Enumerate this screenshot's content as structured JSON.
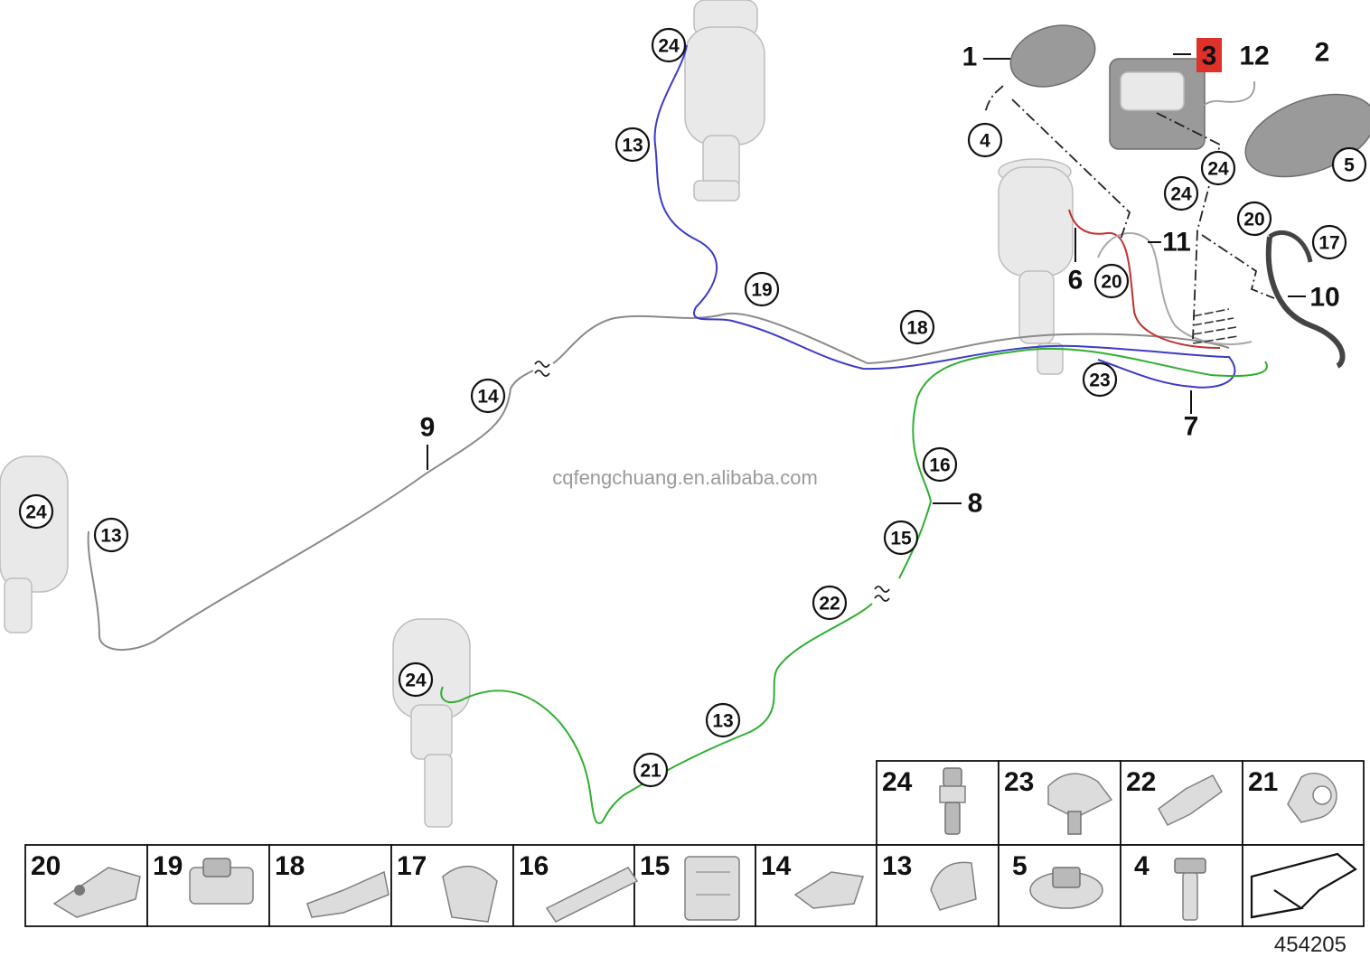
{
  "watermark": "cqfengchuang.en.alibaba.com",
  "diagram_ref": "454205",
  "highlight_color": "#e0302a",
  "line_colors": {
    "grey": "#8a8a8a",
    "blue": "#3b3bc8",
    "green": "#2fae2f",
    "red": "#c23030"
  },
  "callouts": {
    "c24_top": "24",
    "c13_top": "13",
    "c19": "19",
    "c18": "18",
    "c14": "14",
    "c24_left": "24",
    "c13_left": "13",
    "c23": "23",
    "c16": "16",
    "c15": "15",
    "c22": "22",
    "c24_bottom": "24",
    "c13_bottom": "13",
    "c21": "21",
    "c4": "4",
    "c5": "5",
    "c24_r1": "24",
    "c24_r2": "24",
    "c20_a": "20",
    "c17": "17",
    "c20_b": "20"
  },
  "labels": {
    "l1": "1",
    "l3": "3",
    "l12": "12",
    "l2": "2",
    "l11": "11",
    "l6": "6",
    "l10": "10",
    "l7": "7",
    "l9": "9",
    "l8": "8"
  },
  "parts_table": {
    "top_row": [
      "24",
      "23",
      "22",
      "21"
    ],
    "bottom_row": [
      "20",
      "19",
      "18",
      "17",
      "16",
      "15",
      "14",
      "13",
      "5",
      "4",
      ""
    ]
  }
}
